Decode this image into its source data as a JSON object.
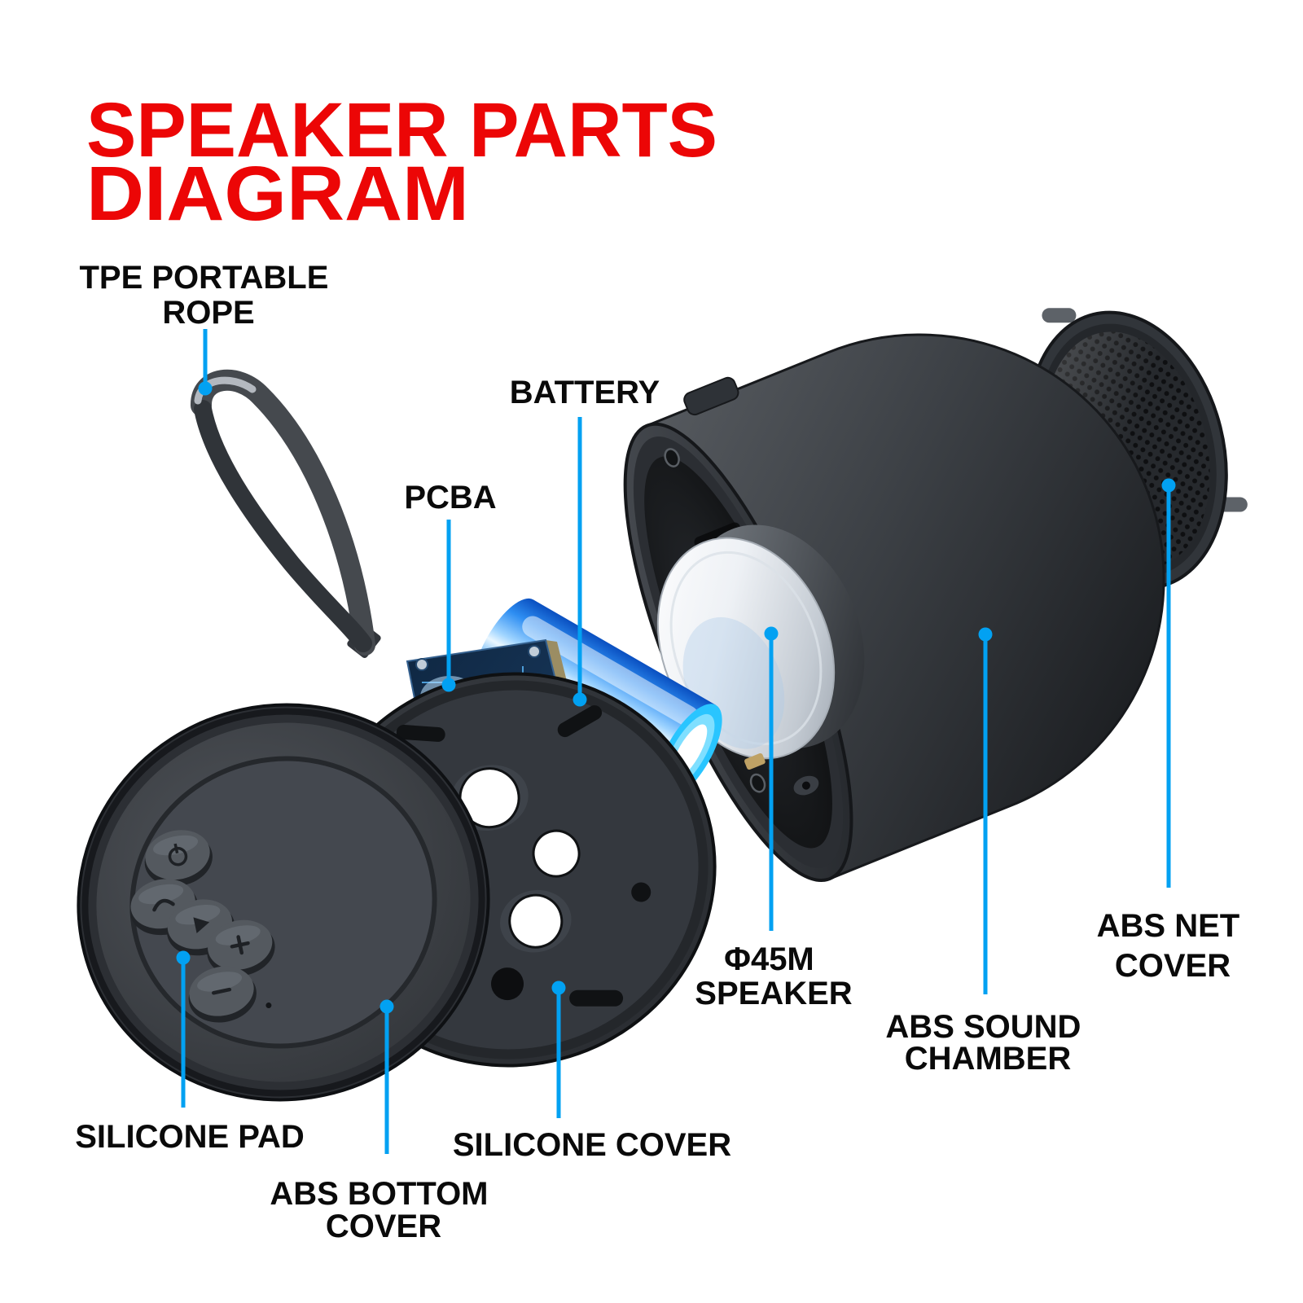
{
  "title": {
    "line1": "SPEAKER PARTS",
    "line2": "DIAGRAM"
  },
  "colors": {
    "title_red": "#ec0606",
    "leader_blue": "#02a1f2",
    "label_ink": "#0a0a0a",
    "background": "#ffffff",
    "battery_blue": "#2e8ef2",
    "battery_ring_cyan": "#29c5ff",
    "pcb_trace_blue": "#57b2f2",
    "plastic_dark": "#33373d"
  },
  "parts": [
    {
      "id": "tpe-portable-rope",
      "label_line1": "TPE PORTABLE",
      "label_line2": "ROPE"
    },
    {
      "id": "pcba",
      "label_line1": "PCBA"
    },
    {
      "id": "battery",
      "label_line1": "BATTERY"
    },
    {
      "id": "speaker",
      "label_line1": "Φ45M",
      "label_line2": "SPEAKER"
    },
    {
      "id": "abs-sound-chamber",
      "label_line1": "ABS SOUND",
      "label_line2": "CHAMBER"
    },
    {
      "id": "abs-net-cover",
      "label_line1": "ABS NET",
      "label_line2": "COVER"
    },
    {
      "id": "silicone-pad",
      "label_line1": "SILICONE PAD"
    },
    {
      "id": "abs-bottom-cover",
      "label_line1": "ABS BOTTOM",
      "label_line2": "COVER"
    },
    {
      "id": "silicone-cover",
      "label_line1": "SILICONE COVER"
    }
  ]
}
